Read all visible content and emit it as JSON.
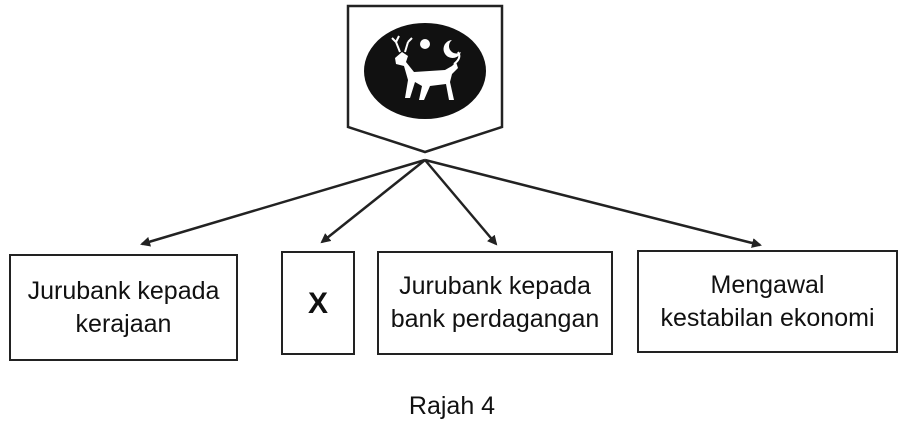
{
  "boxes": [
    {
      "label": "Jurubank kepada\nkerajaan"
    },
    {
      "label": "X"
    },
    {
      "label": "Jurubank kepada\nbank perdagangan"
    },
    {
      "label": "Mengawal\nkestabilan ekonomi"
    }
  ],
  "caption": "Rajah 4",
  "colors": {
    "stroke": "#222222",
    "logo_fill": "#111111"
  },
  "icons": {
    "logo": "kijang-emas-logo"
  }
}
